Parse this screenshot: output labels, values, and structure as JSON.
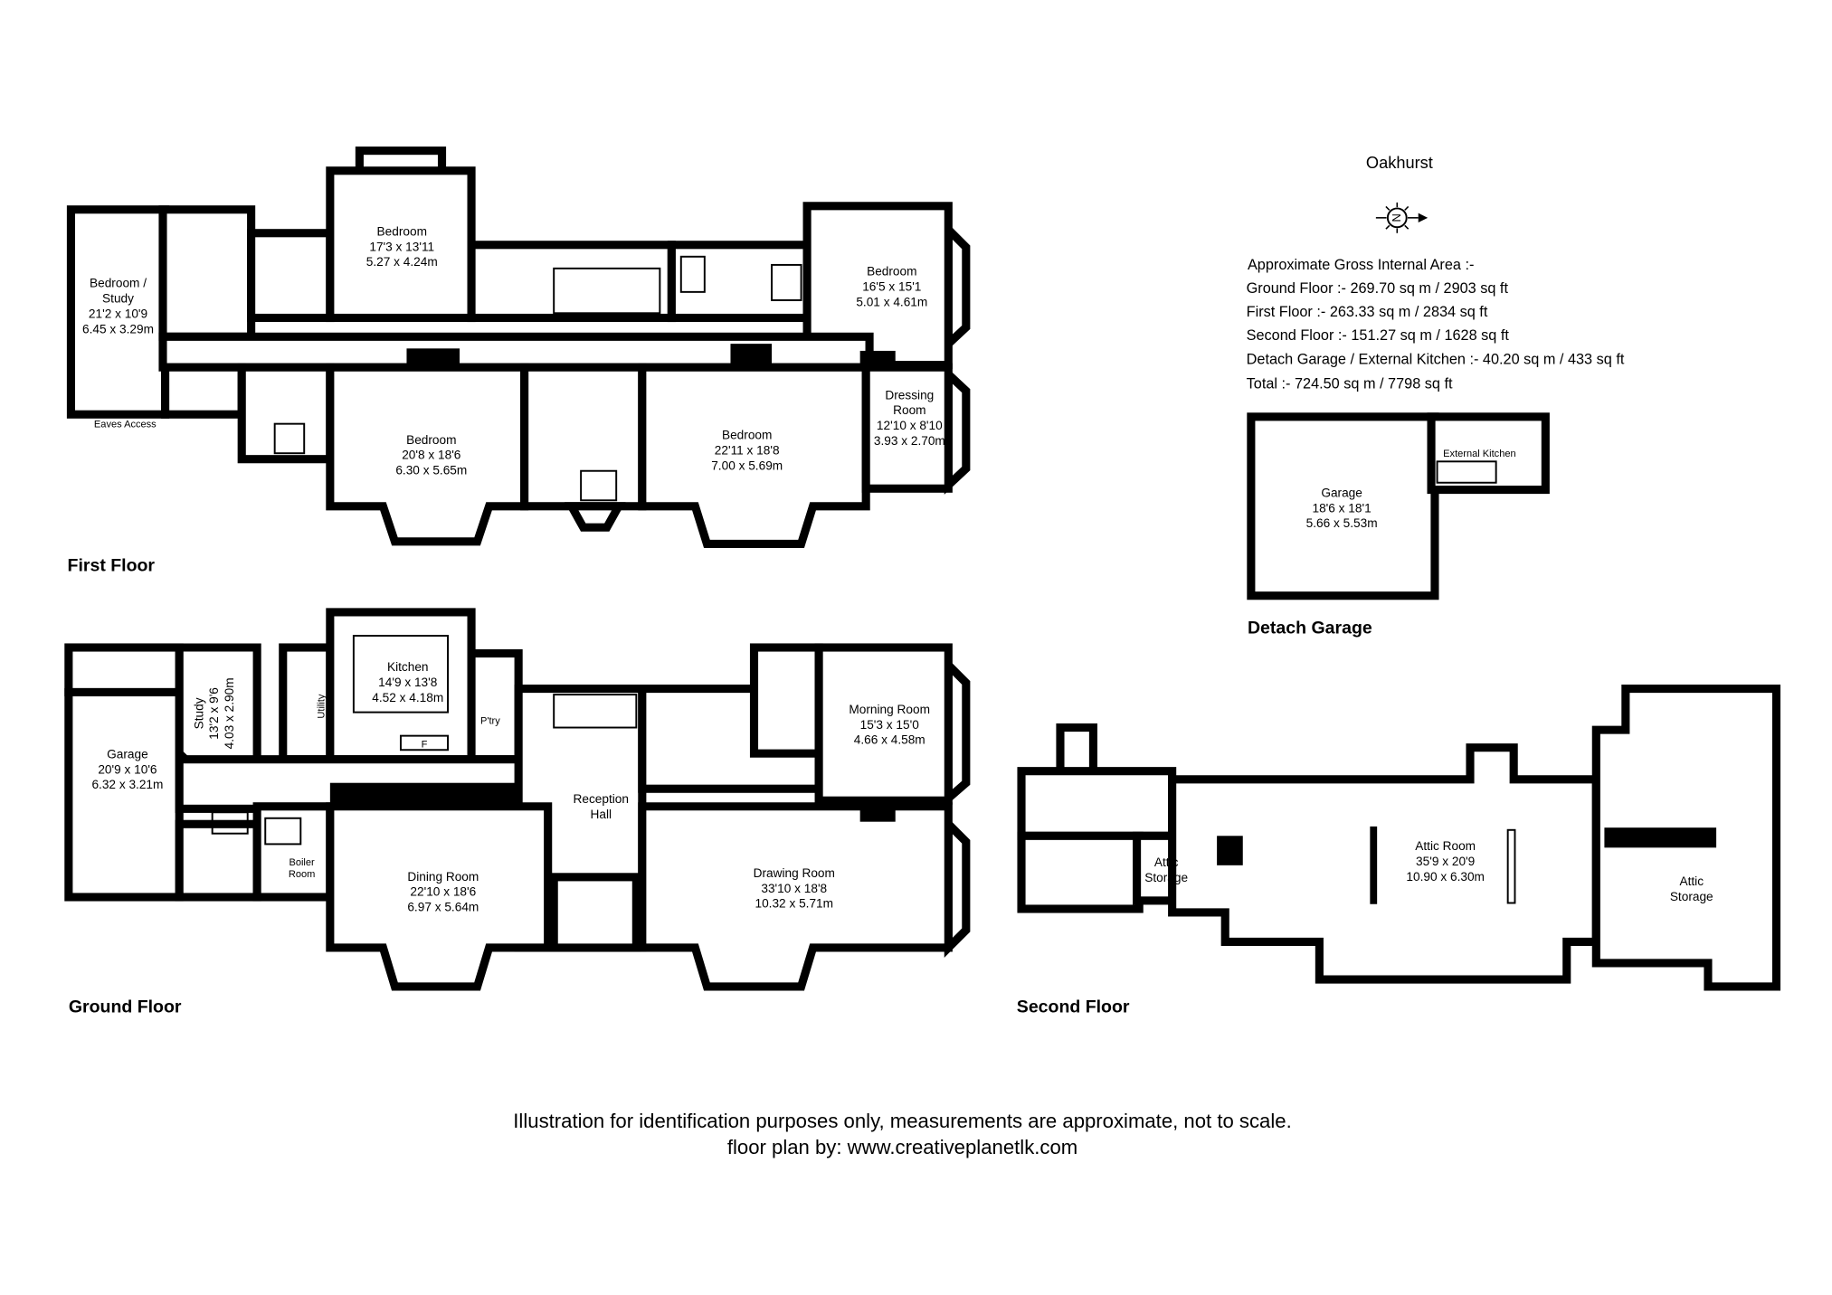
{
  "title": "Oakhurst",
  "compass": {
    "icon": "north-compass-icon",
    "letter": "N"
  },
  "area": {
    "heading": "Approximate Gross Internal Area :-",
    "lines": [
      "Ground Floor :- 269.70 sq m / 2903 sq ft",
      "First Floor :- 263.33 sq m / 2834 sq ft",
      "Second Floor :- 151.27 sq m / 1628 sq ft",
      "Detach Garage / External Kitchen :- 40.20 sq m / 433 sq ft",
      "Total :- 724.50 sq m / 7798 sq ft"
    ]
  },
  "floors": {
    "first": {
      "label": "First Floor",
      "rooms": [
        {
          "name": "Bedroom /",
          "name2": "Study",
          "imperial": "21'2 x 10'9",
          "metric": "6.45 x 3.29m"
        },
        {
          "name": "Bedroom",
          "imperial": "17'3 x 13'11",
          "metric": "5.27 x 4.24m"
        },
        {
          "name": "Bedroom",
          "imperial": "16'5 x 15'1",
          "metric": "5.01 x 4.61m"
        },
        {
          "name": "Bedroom",
          "imperial": "20'8 x 18'6",
          "metric": "6.30 x 5.65m"
        },
        {
          "name": "Bedroom",
          "imperial": "22'11 x 18'8",
          "metric": "7.00 x 5.69m"
        },
        {
          "name": "Dressing",
          "name2": "Room",
          "imperial": "12'10 x 8'10",
          "metric": "3.93 x 2.70m"
        }
      ],
      "eaves": "Eaves Access"
    },
    "ground": {
      "label": "Ground Floor",
      "rooms": [
        {
          "name": "Garage",
          "imperial": "20'9 x 10'6",
          "metric": "6.32 x 3.21m"
        },
        {
          "name": "Study",
          "imperial": "13'2 x 9'6",
          "metric": "4.03 x 2.90m"
        },
        {
          "name": "Kitchen",
          "imperial": "14'9 x 13'8",
          "metric": "4.52 x 4.18m"
        },
        {
          "name": "Morning Room",
          "imperial": "15'3 x 15'0",
          "metric": "4.66 x 4.58m"
        },
        {
          "name": "Dining Room",
          "imperial": "22'10 x 18'6",
          "metric": "6.97 x 5.64m"
        },
        {
          "name": "Drawing Room",
          "imperial": "33'10 x 18'8",
          "metric": "10.32 x 5.71m"
        }
      ],
      "utility": "Utility",
      "pantry": "P'try",
      "reception": [
        "Reception",
        "Hall"
      ],
      "boiler": [
        "Boiler",
        "Room"
      ],
      "fridge": "F"
    },
    "second": {
      "label": "Second Floor",
      "attic_room": {
        "name": "Attic Room",
        "imperial": "35'9 x 20'9",
        "metric": "10.90 x 6.30m"
      },
      "storage1": [
        "Attic",
        "Storage"
      ],
      "storage2": [
        "Attic",
        "Storage"
      ]
    },
    "garage": {
      "label": "Detach Garage",
      "garage": {
        "name": "Garage",
        "imperial": "18'6 x 18'1",
        "metric": "5.66 x 5.53m"
      },
      "ext_kitchen": "External Kitchen"
    }
  },
  "disclaimer": [
    "Illustration for identification purposes only, measurements are approximate, not to scale.",
    "floor plan by: www.creativeplanetlk.com"
  ]
}
